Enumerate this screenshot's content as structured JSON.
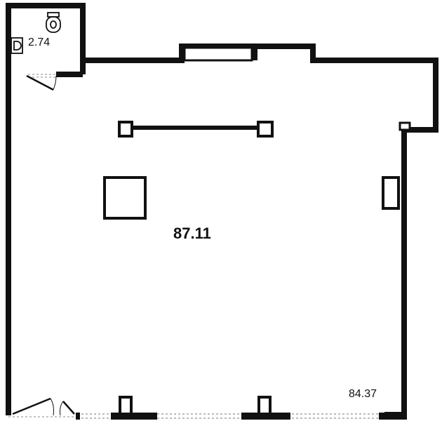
{
  "plan": {
    "main_area": "87.11",
    "wc_area": "2.74",
    "total_area": "84.37",
    "colors": {
      "wall": "#111111",
      "background": "#ffffff",
      "window_line": "#777777"
    },
    "icons": [
      "toilet-icon",
      "sink-icon",
      "door-swing-icon",
      "column-icon",
      "window-icon"
    ]
  }
}
